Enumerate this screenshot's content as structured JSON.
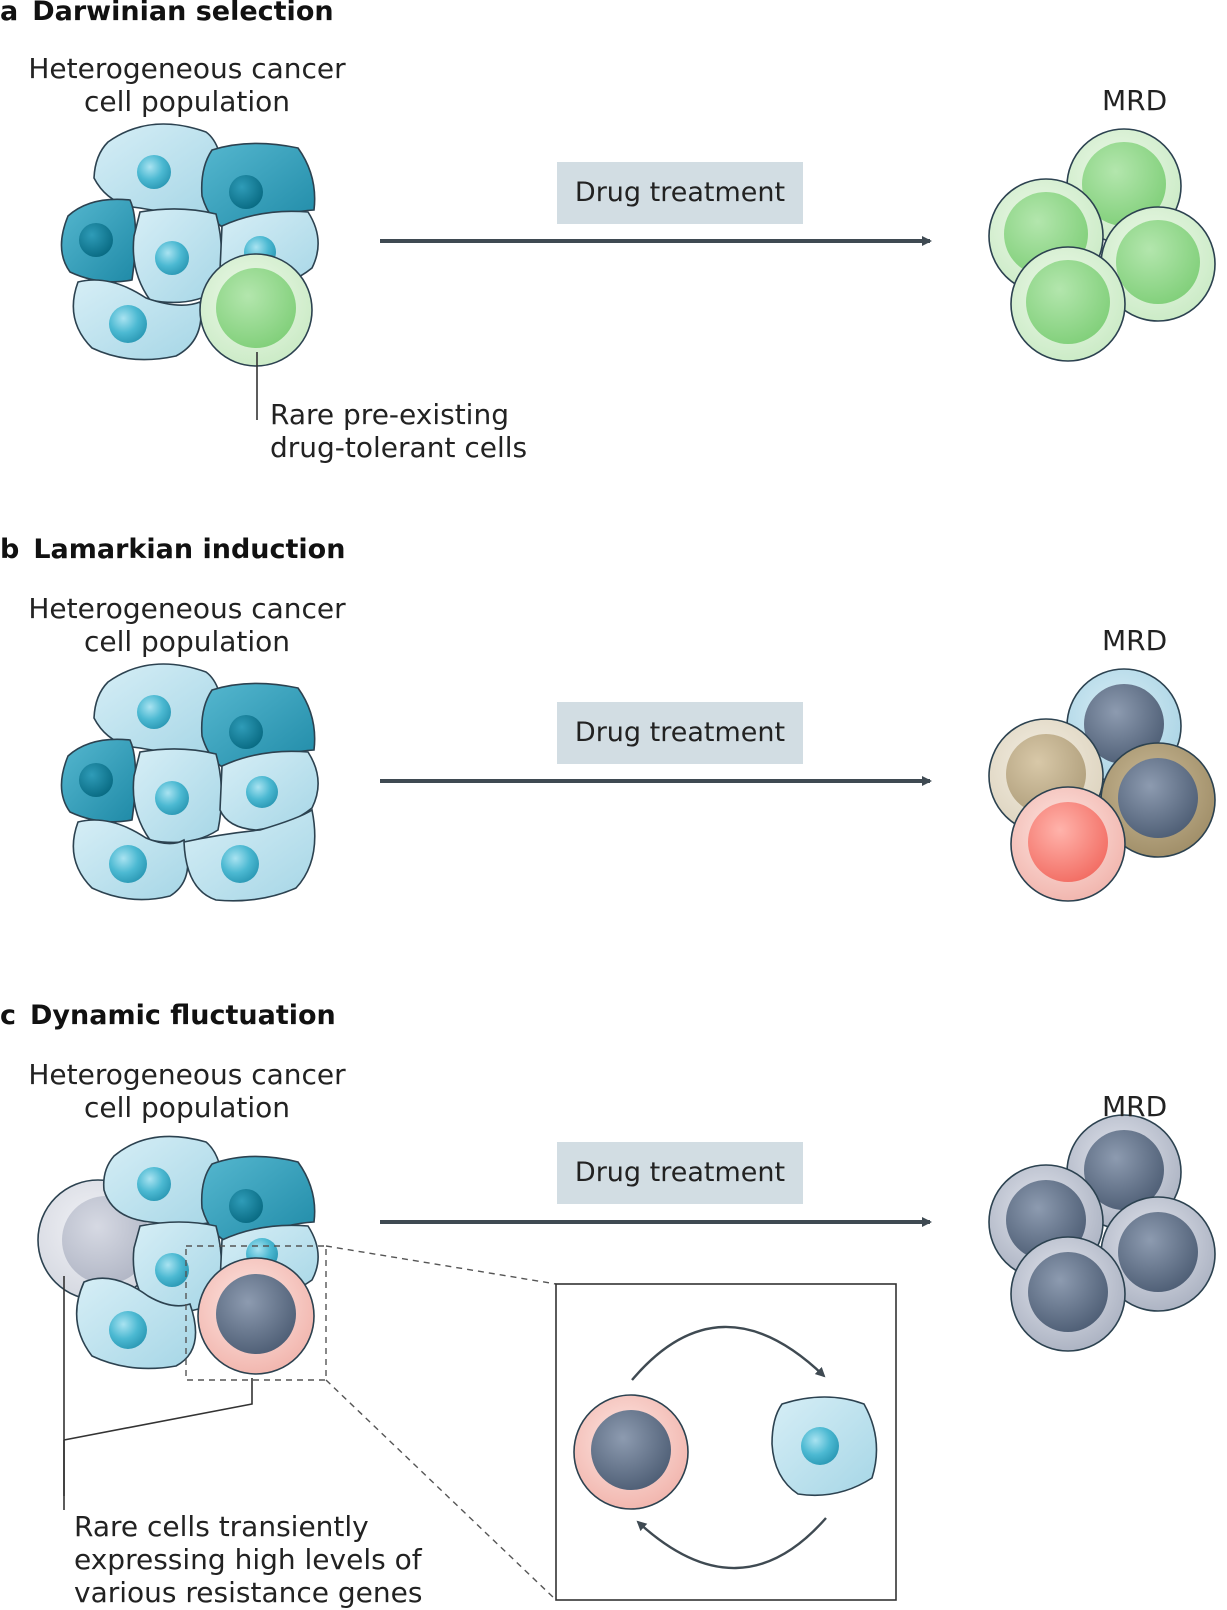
{
  "panels": [
    {
      "letter": "a",
      "title": "Darwinian selection",
      "population_label": "Heterogeneous cancer cell population",
      "population_lines": [
        "Heterogeneous cancer",
        "cell population"
      ],
      "treatment": "Drug treatment",
      "result": "MRD",
      "annotation_lines": [
        "Rare pre-existing",
        "drug-tolerant cells"
      ]
    },
    {
      "letter": "b",
      "title": "Lamarkian induction",
      "population_lines": [
        "Heterogeneous cancer",
        "cell population"
      ],
      "treatment": "Drug treatment",
      "result": "MRD"
    },
    {
      "letter": "c",
      "title": "Dynamic fluctuation",
      "population_lines": [
        "Heterogeneous cancer",
        "cell population"
      ],
      "treatment": "Drug treatment",
      "result": "MRD",
      "annotation_lines": [
        "Rare cells transiently",
        "expressing high levels of",
        "various resistance genes"
      ]
    }
  ],
  "colors": {
    "light_cell": "#bfe2ee",
    "dark_cell": "#3aa3bd",
    "nucleus": "#4bb6cf",
    "tolerant_green": "#a6dea2",
    "resistant_grey": "#6f8299",
    "resistant_pink": "#f6b9b2",
    "treatment_box": "#d2dde3",
    "arrow": "#3f4a52"
  }
}
